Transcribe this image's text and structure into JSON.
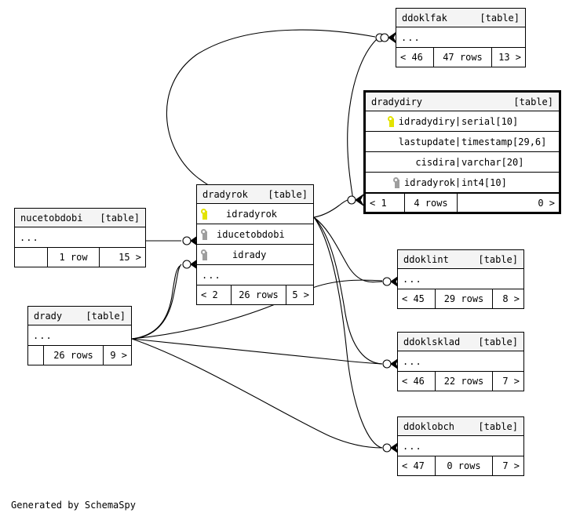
{
  "diagram": {
    "generator_text": "Generated by SchemaSpy",
    "table_tag": "[table]",
    "ellipsis": "...",
    "colors": {
      "background": "#ffffff",
      "line": "#000000",
      "header_fill": "#f4f4f4",
      "primary_key": "#e3e300",
      "foreign_key": "#9e9e9e"
    }
  },
  "tables": {
    "ddoklfak": {
      "name": "ddoklfak",
      "tag": "[table]",
      "ellipsis": "...",
      "footer": {
        "left": "< 46",
        "middle": "47 rows",
        "right": "13 >"
      }
    },
    "dradydiry": {
      "name": "dradydiry",
      "tag": "[table]",
      "focused": true,
      "columns": [
        {
          "key": "pk",
          "name": "idradydiry",
          "type": "serial[10]"
        },
        {
          "key": "none",
          "name": "lastupdate",
          "type": "timestamp[29,6]"
        },
        {
          "key": "none",
          "name": "cisdira",
          "type": "varchar[20]"
        },
        {
          "key": "fk",
          "name": "idradyrok",
          "type": "int4[10]"
        }
      ],
      "footer": {
        "left": "< 1",
        "middle": "4 rows",
        "right": "0 >"
      }
    },
    "nucetobdobi": {
      "name": "nucetobdobi",
      "tag": "[table]",
      "ellipsis": "...",
      "footer": {
        "left": "",
        "middle": "1 row",
        "right": "15 >"
      }
    },
    "dradyrok": {
      "name": "dradyrok",
      "tag": "[table]",
      "ellipsis": "...",
      "columns": [
        {
          "key": "pk",
          "name": "idradyrok"
        },
        {
          "key": "fk",
          "name": "iducetobdobi"
        },
        {
          "key": "fk",
          "name": "idrady"
        }
      ],
      "footer": {
        "left": "< 2",
        "middle": "26 rows",
        "right": "5 >"
      }
    },
    "drady": {
      "name": "drady",
      "tag": "[table]",
      "ellipsis": "...",
      "footer": {
        "left": "",
        "middle": "26 rows",
        "right": "9 >"
      }
    },
    "ddoklint": {
      "name": "ddoklint",
      "tag": "[table]",
      "ellipsis": "...",
      "footer": {
        "left": "< 45",
        "middle": "29 rows",
        "right": "8 >"
      }
    },
    "ddoklsklad": {
      "name": "ddoklsklad",
      "tag": "[table]",
      "ellipsis": "...",
      "footer": {
        "left": "< 46",
        "middle": "22 rows",
        "right": "7 >"
      }
    },
    "ddoklobch": {
      "name": "ddoklobch",
      "tag": "[table]",
      "ellipsis": "...",
      "footer": {
        "left": "< 47",
        "middle": "0 rows",
        "right": "7 >"
      }
    }
  }
}
